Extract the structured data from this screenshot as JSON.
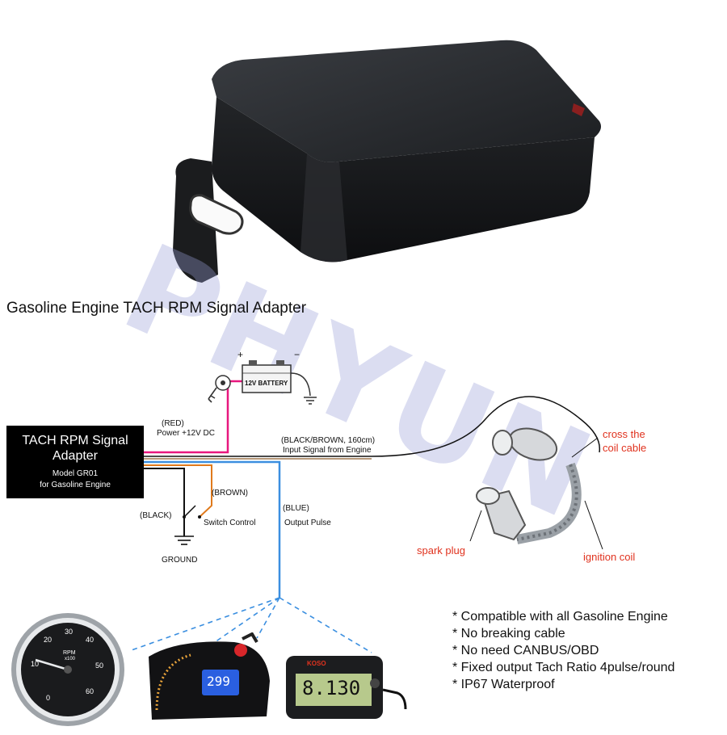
{
  "title": "Gasoline Engine TACH RPM Signal Adapter",
  "watermark": "PHYUN",
  "adapter": {
    "name_line1": "TACH RPM Signal",
    "name_line2": "Adapter",
    "model": "Model GR01",
    "purpose": "for Gasoline Engine"
  },
  "wires": {
    "red_color": "(RED)",
    "red_label": "Power +12V DC",
    "input_color": "(BLACK/BROWN, 160cm)",
    "input_label": "Input Signal from Engine",
    "brown_color": "(BROWN)",
    "brown_label": "Switch Control",
    "black_color": "(BLACK)",
    "ground_label": "GROUND",
    "blue_color": "(BLUE)",
    "blue_label": "Output Pulse"
  },
  "battery": {
    "label": "12V BATTERY",
    "plus": "+",
    "minus": "−"
  },
  "engine": {
    "cross_line1": "cross the",
    "cross_line2": "coil cable",
    "spark_plug": "spark plug",
    "ignition_coil": "ignition coil"
  },
  "gauge": {
    "ticks": [
      "0",
      "10",
      "20",
      "30",
      "40",
      "50",
      "60"
    ],
    "unit_line1": "RPM",
    "unit_line2": "x100"
  },
  "digital_dash": {
    "readout": "299"
  },
  "meter": {
    "brand": "KOSO",
    "readout": "8.130"
  },
  "features": [
    "* Compatible with all Gasoline Engine",
    "* No breaking cable",
    "* No need CANBUS/OBD",
    "* Fixed output Tach Ratio 4pulse/round",
    "* IP67 Waterproof"
  ],
  "colors": {
    "red_wire": "#e8177e",
    "brown_wire": "#e07a1c",
    "blue_wire": "#3b8fe0",
    "black_wire": "#111111",
    "annotation": "#e0321e",
    "watermark": "#9aa0d8"
  }
}
